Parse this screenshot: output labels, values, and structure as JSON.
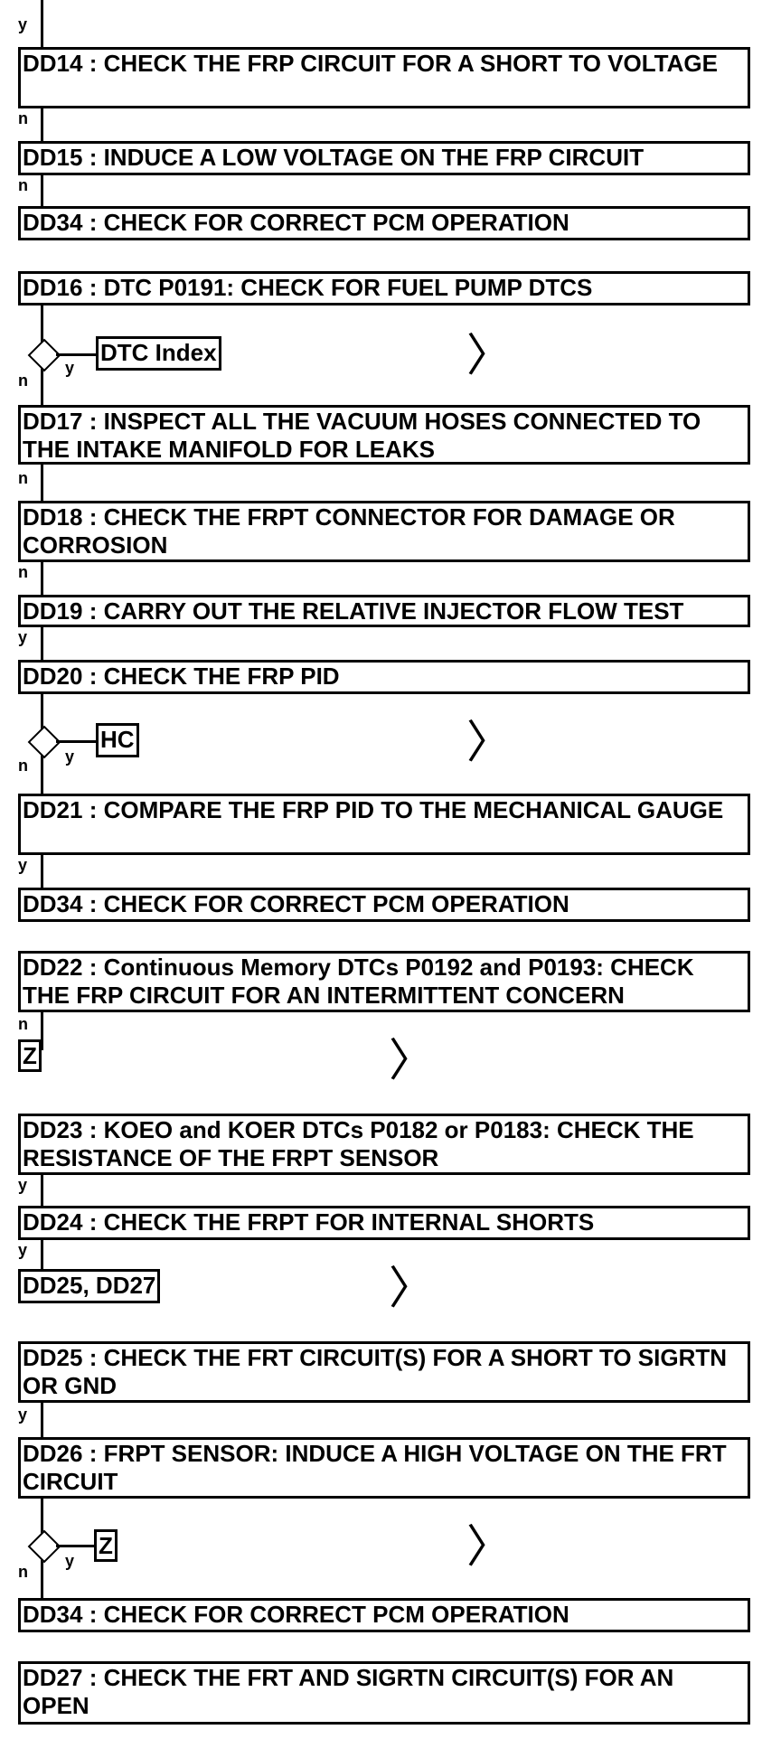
{
  "labels": {
    "y": "y",
    "n": "n"
  },
  "boxes": {
    "dd14": "DD14 : CHECK THE FRP CIRCUIT FOR A SHORT TO VOLTAGE",
    "dd15": "DD15 : INDUCE A LOW VOLTAGE ON THE FRP CIRCUIT",
    "dd34a": "DD34 : CHECK FOR CORRECT PCM OPERATION",
    "dd16": "DD16 : DTC P0191: CHECK FOR FUEL PUMP DTCS",
    "dd17": "DD17 : INSPECT ALL THE VACUUM HOSES CONNECTED TO THE INTAKE MANIFOLD FOR LEAKS",
    "dd18": "DD18 : CHECK THE FRPT CONNECTOR FOR DAMAGE OR CORROSION",
    "dd19": "DD19 : CARRY OUT THE RELATIVE INJECTOR FLOW TEST",
    "dd20": "DD20 : CHECK THE FRP PID",
    "dd21": "DD21 : COMPARE THE FRP PID TO THE MECHANICAL GAUGE",
    "dd34b": "DD34 : CHECK FOR CORRECT PCM OPERATION",
    "dd22": "DD22 : Continuous Memory DTCs P0192 and P0193: CHECK THE FRP CIRCUIT FOR AN INTERMITTENT CONCERN",
    "dd23": "DD23 : KOEO and KOER DTCs P0182 or P0183: CHECK THE RESISTANCE OF THE FRPT SENSOR",
    "dd24": "DD24 : CHECK THE FRPT FOR INTERNAL SHORTS",
    "dd25": "DD25 : CHECK THE FRT CIRCUIT(S) FOR A SHORT TO SIGRTN OR GND",
    "dd26": "DD26 : FRPT SENSOR: INDUCE A HIGH VOLTAGE ON THE FRT CIRCUIT",
    "dd34c": "DD34 : CHECK FOR CORRECT PCM OPERATION",
    "dd27": "DD27 : CHECK THE FRT AND SIGRTN CIRCUIT(S) FOR AN OPEN"
  },
  "links": {
    "dtc_index": "DTC Index",
    "hc": "HC",
    "z1": "Z",
    "dd25_dd27": "DD25, DD27",
    "z2": "Z"
  },
  "chevron": "〉"
}
